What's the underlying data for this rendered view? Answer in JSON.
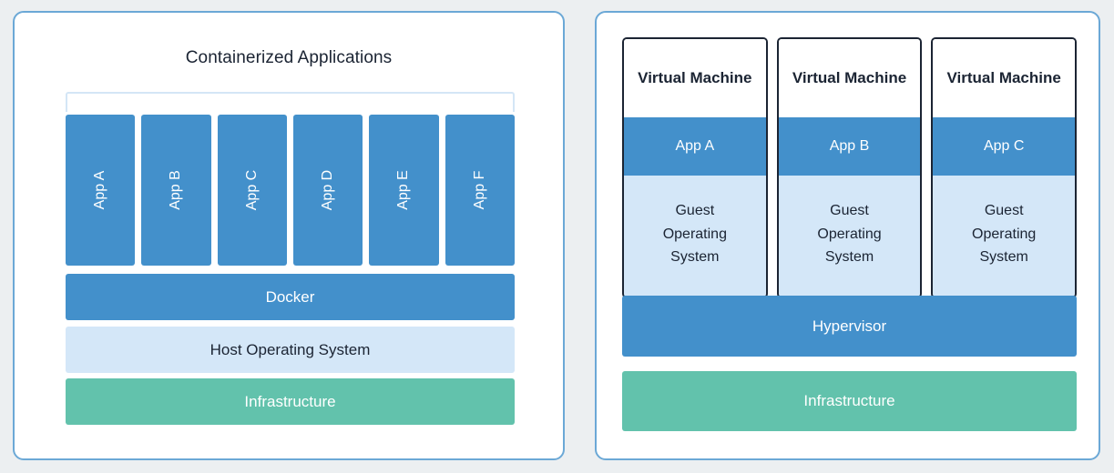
{
  "page": {
    "background_color": "#eceff1",
    "card_border_color": "#6ba8d6"
  },
  "colors": {
    "app_blue": "#4390cb",
    "light_blue": "#d4e7f8",
    "green": "#62c2ac",
    "dark_navy": "#1b2433",
    "outline_blue": "#d4e6f6"
  },
  "left_panel": {
    "title": "Containerized Applications",
    "container_outline_label": "",
    "apps": [
      {
        "label": "App A"
      },
      {
        "label": "App B"
      },
      {
        "label": "App C"
      },
      {
        "label": "App D"
      },
      {
        "label": "App E"
      },
      {
        "label": "App F"
      }
    ],
    "layers": [
      {
        "label": "Docker",
        "color": "#4390cb"
      },
      {
        "label": "Host Operating System",
        "color": "#d4e7f8"
      },
      {
        "label": "Infrastructure",
        "color": "#62c2ac"
      }
    ],
    "docker_label": "Docker",
    "host_os_label": "Host Operating System",
    "infrastructure_label": "Infrastructure"
  },
  "right_panel": {
    "vms": [
      {
        "title": "Virtual Machine",
        "app": "App A",
        "guest_os": "Guest\nOperating\nSystem"
      },
      {
        "title": "Virtual Machine",
        "app": "App B",
        "guest_os": "Guest\nOperating\nSystem"
      },
      {
        "title": "Virtual Machine",
        "app": "App C",
        "guest_os": "Guest\nOperating\nSystem"
      }
    ],
    "hypervisor_label": "Hypervisor",
    "infrastructure_label": "Infrastructure"
  }
}
